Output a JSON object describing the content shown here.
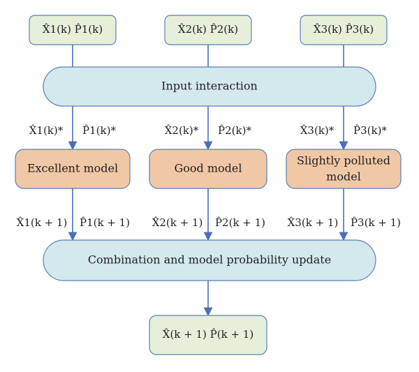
{
  "inputs": [
    {
      "label": "X̂1(k) P̂1(k)"
    },
    {
      "label": "X̂2(k) P̂2(k)"
    },
    {
      "label": "X̂3(k) P̂3(k)"
    }
  ],
  "interaction": {
    "label": "Input interaction"
  },
  "mixed_estimates": [
    {
      "x": "X̂1(k)*",
      "p": "P̂1(k)*"
    },
    {
      "x": "X̂2(k)*",
      "p": "P̂2(k)*"
    },
    {
      "x": "X̂3(k)*",
      "p": "P̂3(k)*"
    }
  ],
  "models": [
    {
      "line1": "Excellent model",
      "line2": ""
    },
    {
      "line1": "Good model",
      "line2": ""
    },
    {
      "line1": "Slightly polluted",
      "line2": "model"
    }
  ],
  "model_outputs": [
    {
      "x": "X̂1(k + 1)",
      "p": "P̂1(k + 1)"
    },
    {
      "x": "X̂2(k + 1)",
      "p": "P̂2(k + 1)"
    },
    {
      "x": "X̂3(k + 1)",
      "p": "P̂3(k + 1)"
    }
  ],
  "combination": {
    "label": "Combination and model probability update"
  },
  "output": {
    "label": "X̂(k + 1) P̂(k + 1)"
  }
}
